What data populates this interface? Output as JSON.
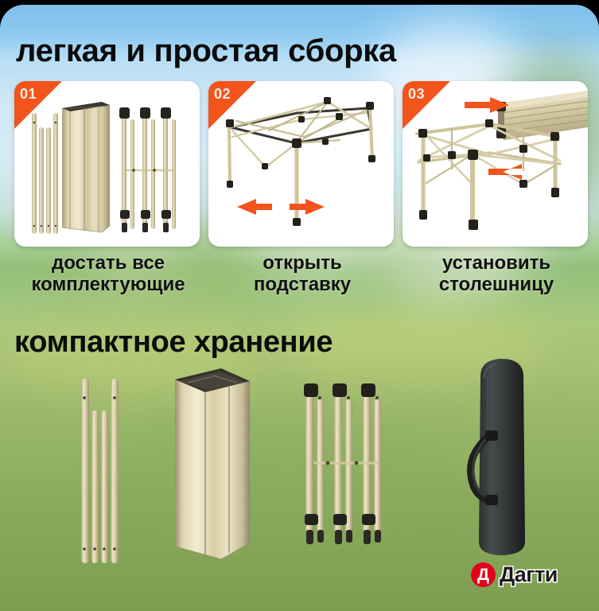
{
  "headings": {
    "assembly": "легкая и простая сборка",
    "storage": "компактное хранение"
  },
  "steps": [
    {
      "badge": "01",
      "caption": "достать все\nкомплектующие",
      "art": "table-legs-rolled-top-folded-frame"
    },
    {
      "badge": "02",
      "caption": "открыть\nподставку",
      "art": "scissor-frame-expanding-with-arrows"
    },
    {
      "badge": "03",
      "caption": "установить\nстолешницу",
      "art": "frame-with-tabletop-sliding-on"
    }
  ],
  "storage_items": [
    {
      "name": "legs-bundle",
      "label": "table legs bundle"
    },
    {
      "name": "rolled-tabletop",
      "label": "rolled slat tabletop"
    },
    {
      "name": "folded-frame",
      "label": "folded scissor frame"
    },
    {
      "name": "carry-bag",
      "label": "black carry bag"
    }
  ],
  "watermark": {
    "mark": "Д",
    "text": "Дагти"
  },
  "colors": {
    "accent_orange": "#f2541b",
    "badge_text": "#f6efe2",
    "watermark_red": "#e3001b",
    "metal_beige": "#cfc49a",
    "metal_beige_light": "#e8e0c3",
    "metal_dark": "#2d2a24",
    "sky_top": "#7fc0ec",
    "grass": "#93b365",
    "card_bg": "#ffffff",
    "heading_text": "#0b0b0b"
  }
}
